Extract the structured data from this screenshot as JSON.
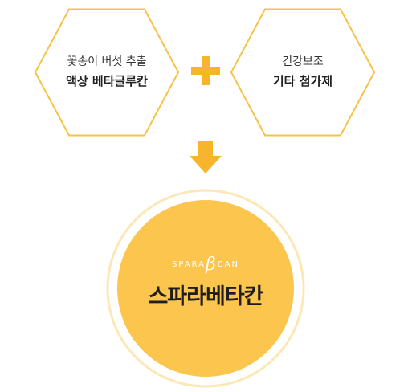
{
  "colors": {
    "accent": "#f7b52c",
    "hex_stroke": "#f5c346",
    "circle_fill": "#fcc54e",
    "circle_ring": "#fce8b6",
    "text_dark": "#222222"
  },
  "left_hex": {
    "line1": "꽃송이 버섯 추출",
    "line2": "액상 베타글루칸"
  },
  "right_hex": {
    "line1": "건강보조",
    "line2": "기타 첨가제"
  },
  "operator": {
    "icon": "plus-icon"
  },
  "flow": {
    "icon": "arrow-down-icon"
  },
  "result": {
    "brand_left": "SPARA",
    "brand_beta": "β",
    "brand_right": "CAN",
    "title": "스파라베타칸"
  }
}
